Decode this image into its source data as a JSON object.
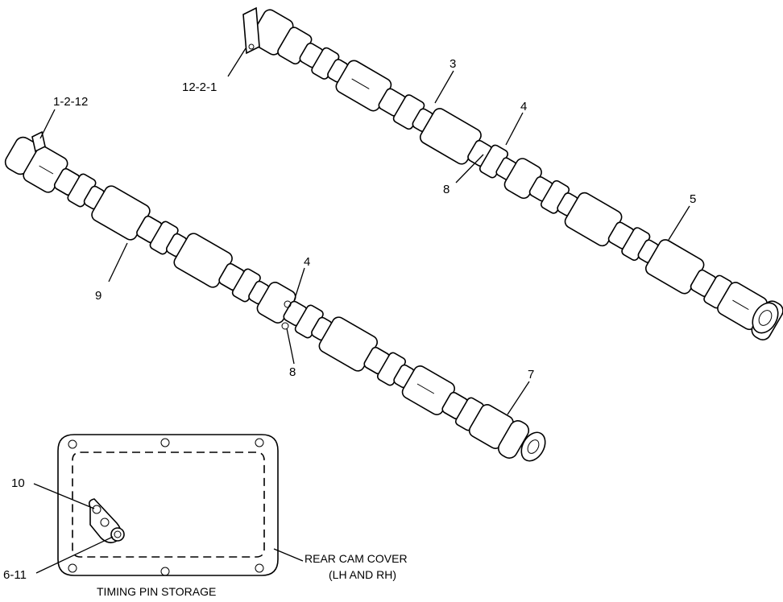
{
  "labels": {
    "l_12_2_1": "12-2-1",
    "l_3": "3",
    "l_4a": "4",
    "l_8a": "8",
    "l_5": "5",
    "l_1_2_12": "1-2-12",
    "l_9": "9",
    "l_4b": "4",
    "l_8b": "8",
    "l_7": "7",
    "l_10": "10",
    "l_6_11": "6-11",
    "rear_cam_cover_1": "REAR CAM COVER",
    "rear_cam_cover_2": "(LH AND RH)",
    "timing_pin_storage": "TIMING PIN STORAGE"
  }
}
